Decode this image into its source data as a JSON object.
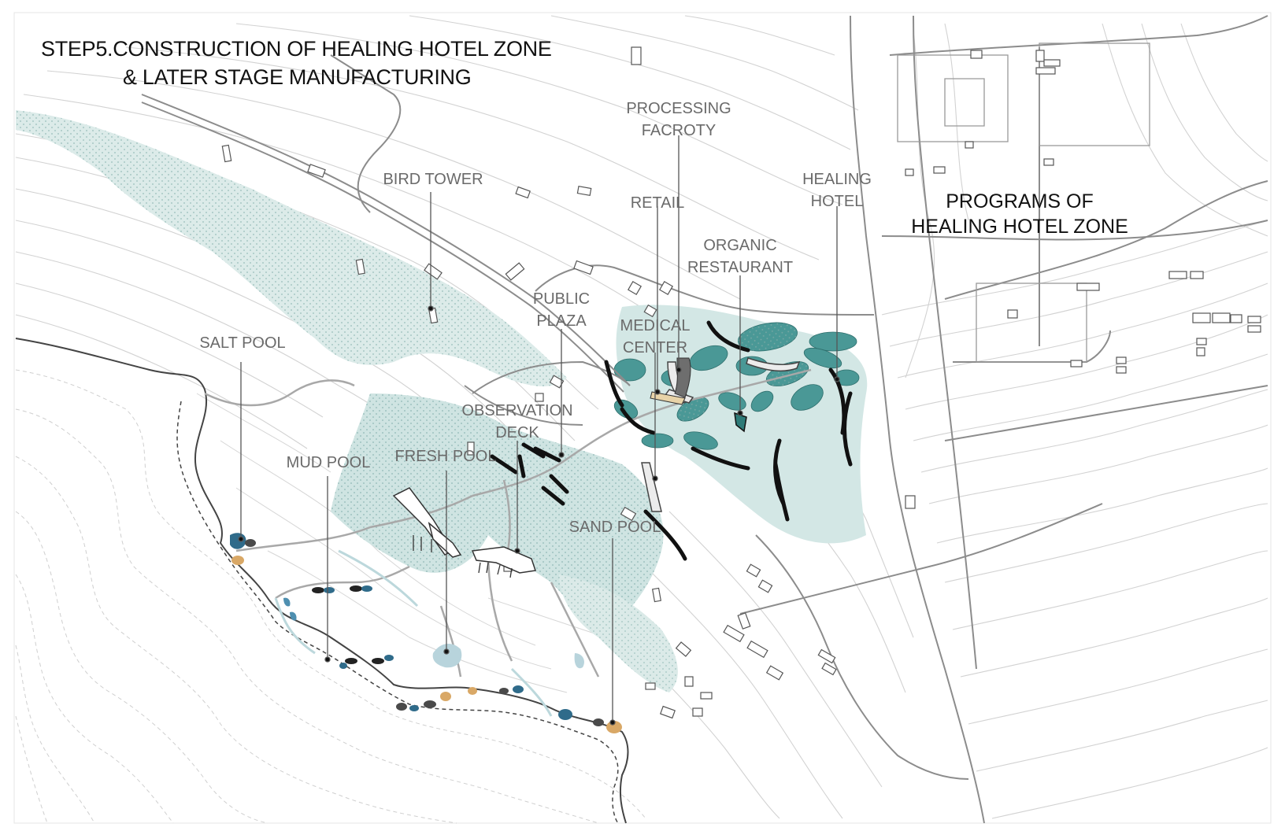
{
  "title": {
    "line1": "STEP5.CONSTRUCTION OF HEALING HOTEL ZONE",
    "line2": "& LATER STAGE MANUFACTURING"
  },
  "programs_heading": {
    "line1": "PROGRAMS OF",
    "line2": "HEALING HOTEL ZONE"
  },
  "labels": {
    "processing_factory": {
      "line1": "PROCESSING",
      "line2": "FACROTY"
    },
    "bird_tower": {
      "line1": "BIRD TOWER"
    },
    "healing_hotel": {
      "line1": "HEALING",
      "line2": "HOTEL"
    },
    "retail": {
      "line1": "RETAIL"
    },
    "organic_restaurant": {
      "line1": "ORGANIC",
      "line2": "RESTAURANT"
    },
    "public_plaza": {
      "line1": "PUBLIC",
      "line2": "PLAZA"
    },
    "medical_center": {
      "line1": "MEDICAL",
      "line2": "CENTER"
    },
    "salt_pool": {
      "line1": "SALT POOL"
    },
    "observation_deck": {
      "line1": "OBSERVATION",
      "line2": "DECK"
    },
    "mud_pool": {
      "line1": "MUD POOL"
    },
    "fresh_pool": {
      "line1": "FRESH POOL"
    },
    "sand_pool": {
      "line1": "SAND POOL"
    }
  },
  "colors": {
    "wetland_fill": "#d5e8e6",
    "pool_teal": "#3f8f8d",
    "pool_blue": "#2f6b8a",
    "sand": "#d9a866",
    "mud": "#4a4a4a",
    "contour": "#cfcfcf",
    "road": "#8c8c8c",
    "label_text": "#6a6a6a"
  },
  "icons": {
    "dotted_shoreline": "dashed-coast-line",
    "building_blocks": "rectangle-outlines"
  }
}
